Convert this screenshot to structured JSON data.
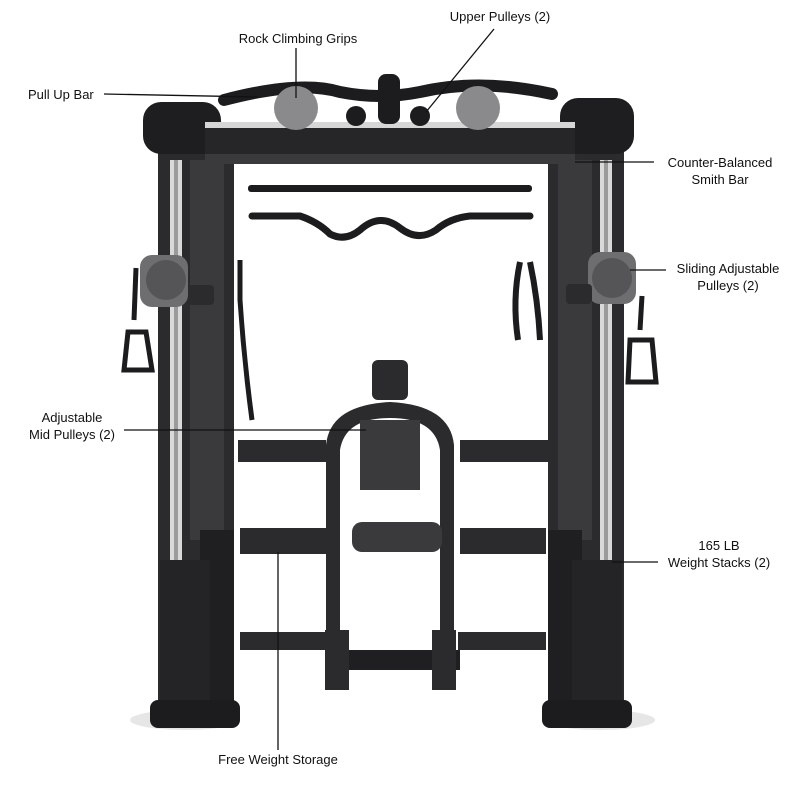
{
  "callouts": {
    "upper_pulleys": "Upper Pulleys (2)",
    "rock_climbing_grips": "Rock Climbing Grips",
    "pull_up_bar": "Pull Up Bar",
    "counter_balanced_line1": "Counter-Balanced",
    "counter_balanced_line2": "Smith Bar",
    "sliding_pulleys_line1": "Sliding Adjustable",
    "sliding_pulleys_line2": "Pulleys (2)",
    "mid_pulleys_line1": "Adjustable",
    "mid_pulleys_line2": "Mid Pulleys (2)",
    "weight_stacks_line1": "165 LB",
    "weight_stacks_line2": "Weight Stacks (2)",
    "free_weight_storage": "Free Weight Storage"
  },
  "colors": {
    "frame": "#2b2b2d",
    "frame_dark": "#1a1a1c",
    "frame_light": "#4a4a4d",
    "pulley_gray": "#8a8a8c",
    "chrome": "#c8c8c8",
    "leader_line": "#111111"
  }
}
